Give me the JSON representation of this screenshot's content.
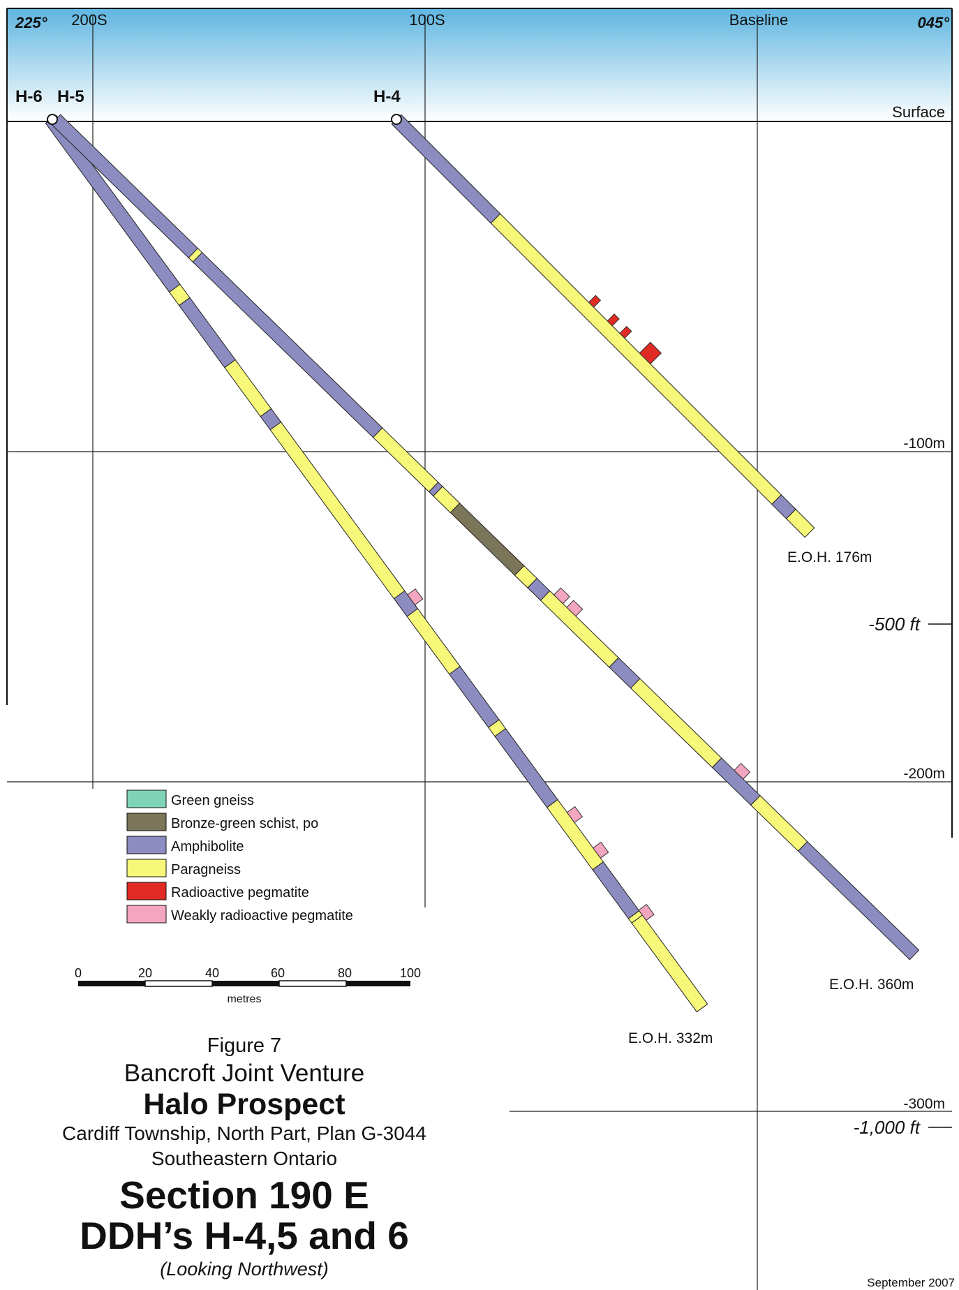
{
  "header": {
    "left_azimuth": "225°",
    "right_azimuth": "045°",
    "grid_labels": [
      "200S",
      "100S",
      "Baseline"
    ]
  },
  "collars": {
    "h6": "H-6",
    "h5": "H-5",
    "h4": "H-4"
  },
  "depth_labels": {
    "surface": "Surface",
    "m100": "-100m",
    "m200": "-200m",
    "m300": "-300m",
    "ft500": "-500 ft",
    "ft1000": "-1,000 ft"
  },
  "end_of_hole": {
    "h4": "E.O.H. 176m",
    "h5": "E.O.H. 360m",
    "h6": "E.O.H. 332m"
  },
  "legend": [
    {
      "label": "Green gneiss",
      "color": "#7fd3b6"
    },
    {
      "label": "Bronze-green schist, po",
      "color": "#7b7559"
    },
    {
      "label": "Amphibolite",
      "color": "#8c8cc0"
    },
    {
      "label": "Paragneiss",
      "color": "#f7f77a"
    },
    {
      "label": "Radioactive pegmatite",
      "color": "#e02b25"
    },
    {
      "label": "Weakly radioactive pegmatite",
      "color": "#f4a5c0"
    }
  ],
  "scale_bar": {
    "ticks": [
      "0",
      "20",
      "40",
      "60",
      "80",
      "100"
    ],
    "unit": "metres"
  },
  "title": {
    "figure": "Figure 7",
    "project": "Bancroft Joint Venture",
    "prospect": "Halo Prospect",
    "location_1": "Cardiff Township, North Part, Plan G-3044",
    "location_2": "Southeastern Ontario",
    "section": "Section 190 E",
    "holes": "DDH’s H-4,5 and 6",
    "orientation": "(Looking Northwest)"
  },
  "date": "September 2007",
  "colors": {
    "sky_top": "#5fb5e0",
    "sky_bottom": "#ffffff",
    "amphibolite": "#8c8cc0",
    "paragneiss": "#f7f77a",
    "schist": "#7b7559",
    "radioactive": "#e02b25",
    "weakly_radioactive": "#f4a5c0"
  },
  "drill_holes": {
    "h4": {
      "intervals": [
        {
          "from": 0,
          "to": 0.24,
          "rock": "amphibolite"
        },
        {
          "from": 0.24,
          "to": 0.92,
          "rock": "paragneiss"
        },
        {
          "from": 0.92,
          "to": 0.955,
          "rock": "amphibolite"
        },
        {
          "from": 0.955,
          "to": 1,
          "rock": "paragneiss"
        }
      ],
      "pegmatites": [
        {
          "at": 0.46,
          "type": "radioactive"
        },
        {
          "at": 0.505,
          "type": "radioactive"
        },
        {
          "at": 0.535,
          "type": "radioactive"
        },
        {
          "at": 0.59,
          "type": "radioactive"
        }
      ]
    },
    "h5": {
      "intervals": [
        {
          "from": 0,
          "to": 0.16,
          "rock": "amphibolite"
        },
        {
          "from": 0.16,
          "to": 0.165,
          "rock": "paragneiss"
        },
        {
          "from": 0.165,
          "to": 0.375,
          "rock": "amphibolite"
        },
        {
          "from": 0.375,
          "to": 0.44,
          "rock": "paragneiss"
        },
        {
          "from": 0.44,
          "to": 0.445,
          "rock": "amphibolite"
        },
        {
          "from": 0.445,
          "to": 0.465,
          "rock": "paragneiss"
        },
        {
          "from": 0.465,
          "to": 0.54,
          "rock": "schist"
        },
        {
          "from": 0.54,
          "to": 0.555,
          "rock": "paragneiss"
        },
        {
          "from": 0.555,
          "to": 0.57,
          "rock": "amphibolite"
        },
        {
          "from": 0.57,
          "to": 0.65,
          "rock": "paragneiss"
        },
        {
          "from": 0.65,
          "to": 0.675,
          "rock": "amphibolite"
        },
        {
          "from": 0.675,
          "to": 0.77,
          "rock": "paragneiss"
        },
        {
          "from": 0.77,
          "to": 0.815,
          "rock": "amphibolite"
        },
        {
          "from": 0.815,
          "to": 0.87,
          "rock": "paragneiss"
        },
        {
          "from": 0.87,
          "to": 1,
          "rock": "amphibolite"
        }
      ],
      "pegmatites": [
        {
          "at": 0.58,
          "type": "weakly_radioactive"
        },
        {
          "at": 0.595,
          "type": "weakly_radioactive"
        },
        {
          "at": 0.79,
          "type": "weakly_radioactive"
        }
      ]
    },
    "h6": {
      "intervals": [
        {
          "from": 0,
          "to": 0.19,
          "rock": "amphibolite"
        },
        {
          "from": 0.19,
          "to": 0.205,
          "rock": "paragneiss"
        },
        {
          "from": 0.205,
          "to": 0.275,
          "rock": "amphibolite"
        },
        {
          "from": 0.275,
          "to": 0.33,
          "rock": "paragneiss"
        },
        {
          "from": 0.33,
          "to": 0.345,
          "rock": "amphibolite"
        },
        {
          "from": 0.345,
          "to": 0.535,
          "rock": "paragneiss"
        },
        {
          "from": 0.535,
          "to": 0.555,
          "rock": "amphibolite"
        },
        {
          "from": 0.555,
          "to": 0.62,
          "rock": "paragneiss"
        },
        {
          "from": 0.62,
          "to": 0.68,
          "rock": "amphibolite"
        },
        {
          "from": 0.68,
          "to": 0.69,
          "rock": "paragneiss"
        },
        {
          "from": 0.69,
          "to": 0.77,
          "rock": "amphibolite"
        },
        {
          "from": 0.77,
          "to": 0.84,
          "rock": "paragneiss"
        },
        {
          "from": 0.84,
          "to": 0.895,
          "rock": "amphibolite"
        },
        {
          "from": 0.895,
          "to": 0.9,
          "rock": "paragneiss"
        },
        {
          "from": 0.9,
          "to": 1,
          "rock": "paragneiss"
        }
      ],
      "pegmatites": [
        {
          "at": 0.545,
          "type": "weakly_radioactive"
        },
        {
          "at": 0.79,
          "type": "weakly_radioactive"
        },
        {
          "at": 0.83,
          "type": "weakly_radioactive"
        },
        {
          "at": 0.9,
          "type": "weakly_radioactive"
        }
      ]
    }
  }
}
